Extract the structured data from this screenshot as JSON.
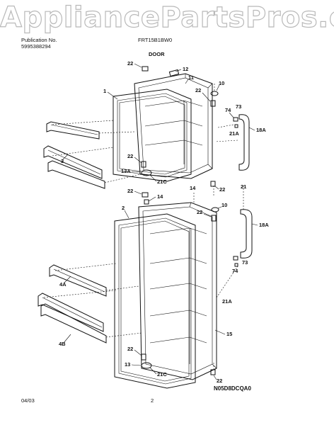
{
  "watermark": "AppliancePartsPros.com",
  "header": {
    "publication_label": "Publication No.",
    "publication_number": "5995388294",
    "model": "FRT15B1BW0",
    "section_title": "DOOR"
  },
  "footer": {
    "date": "04/03",
    "page_number": "2",
    "drawing_code": "N05D8DCQA0"
  },
  "callouts": [
    "22",
    "12",
    "11",
    "10",
    "1",
    "22",
    "74",
    "73",
    "21A",
    "18A",
    "22",
    "3",
    "13A",
    "21C",
    "22",
    "22",
    "14",
    "14",
    "21",
    "22",
    "10",
    "2",
    "18A",
    "73",
    "74",
    "4A",
    "21A",
    "15",
    "4B",
    "22",
    "13",
    "21C",
    "22"
  ]
}
